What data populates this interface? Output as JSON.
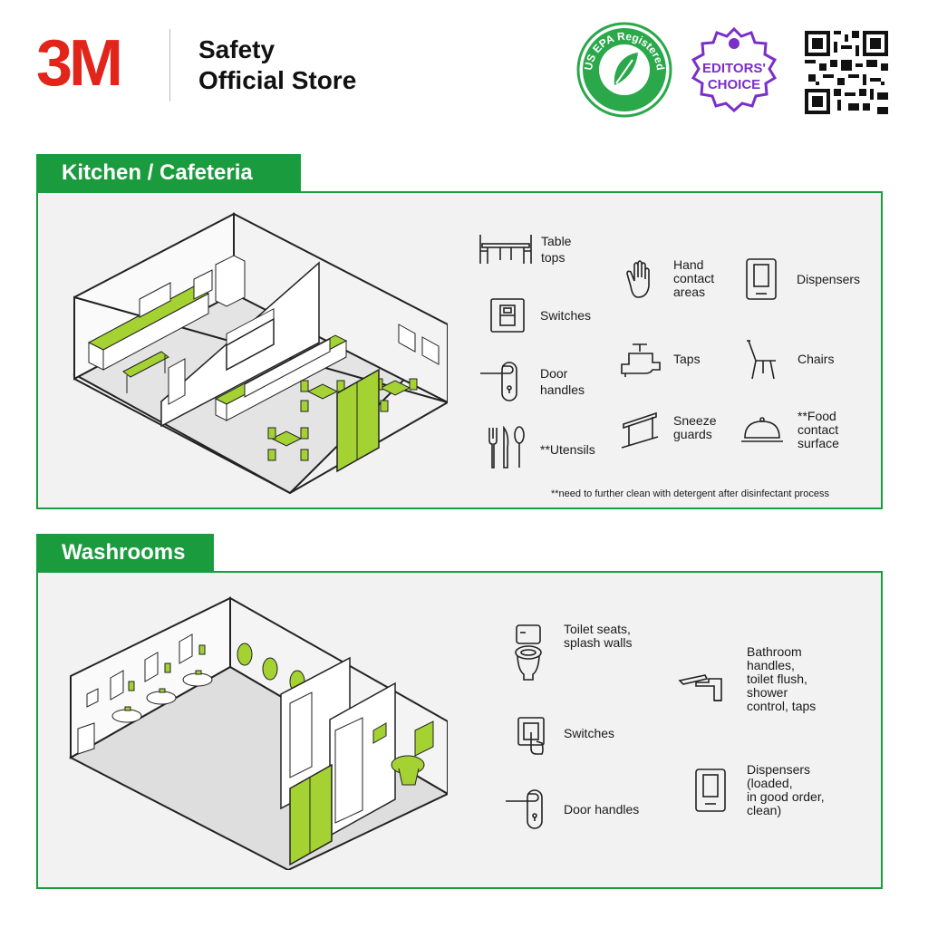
{
  "header": {
    "brand_logo": "3M",
    "title_line1": "Safety",
    "title_line2": "Official Store",
    "epa_badge_text": "US EPA Registered",
    "editors_badge_text1": "EDITORS'",
    "editors_badge_text2": "CHOICE",
    "colors": {
      "brand_red": "#e1251b",
      "green": "#1a9c3e",
      "lime": "#a4d233",
      "purple": "#7a2fc7"
    }
  },
  "kitchen": {
    "title": "Kitchen / Cafeteria",
    "items": [
      {
        "icon": "table-icon",
        "label1": "Table",
        "label2": "tops"
      },
      {
        "icon": "switch-icon",
        "label1": "Switches",
        "label2": ""
      },
      {
        "icon": "door-handle-icon",
        "label1": "Door",
        "label2": "handles"
      },
      {
        "icon": "utensils-icon",
        "label1": "**Utensils",
        "label2": ""
      },
      {
        "icon": "hand-icon",
        "label1": "Hand",
        "label2": "contact",
        "label3": "areas"
      },
      {
        "icon": "tap-icon",
        "label1": "Taps",
        "label2": ""
      },
      {
        "icon": "sneeze-guard-icon",
        "label1": "Sneeze",
        "label2": "guards"
      },
      {
        "icon": "dispenser-icon",
        "label1": "Dispensers",
        "label2": ""
      },
      {
        "icon": "chair-icon",
        "label1": "Chairs",
        "label2": ""
      },
      {
        "icon": "cloche-icon",
        "label1": "**Food",
        "label2": "contact",
        "label3": "surface"
      }
    ],
    "footnote": "**need to further clean with detergent after disinfectant process"
  },
  "washrooms": {
    "title": "Washrooms",
    "items": [
      {
        "icon": "toilet-icon",
        "label1": "Toilet seats,",
        "label2": "splash walls"
      },
      {
        "icon": "switch-icon",
        "label1": "Switches"
      },
      {
        "icon": "door-handle-icon",
        "label1": "Door handles"
      },
      {
        "icon": "faucet-icon",
        "label1": "Bathroom",
        "label2": "handles,",
        "label3": "toilet flush,",
        "label4": "shower",
        "label5": "control, taps"
      },
      {
        "icon": "dispenser-icon",
        "label1": "Dispensers",
        "label2": "(loaded,",
        "label3": "in good order,",
        "label4": "clean)"
      }
    ]
  }
}
